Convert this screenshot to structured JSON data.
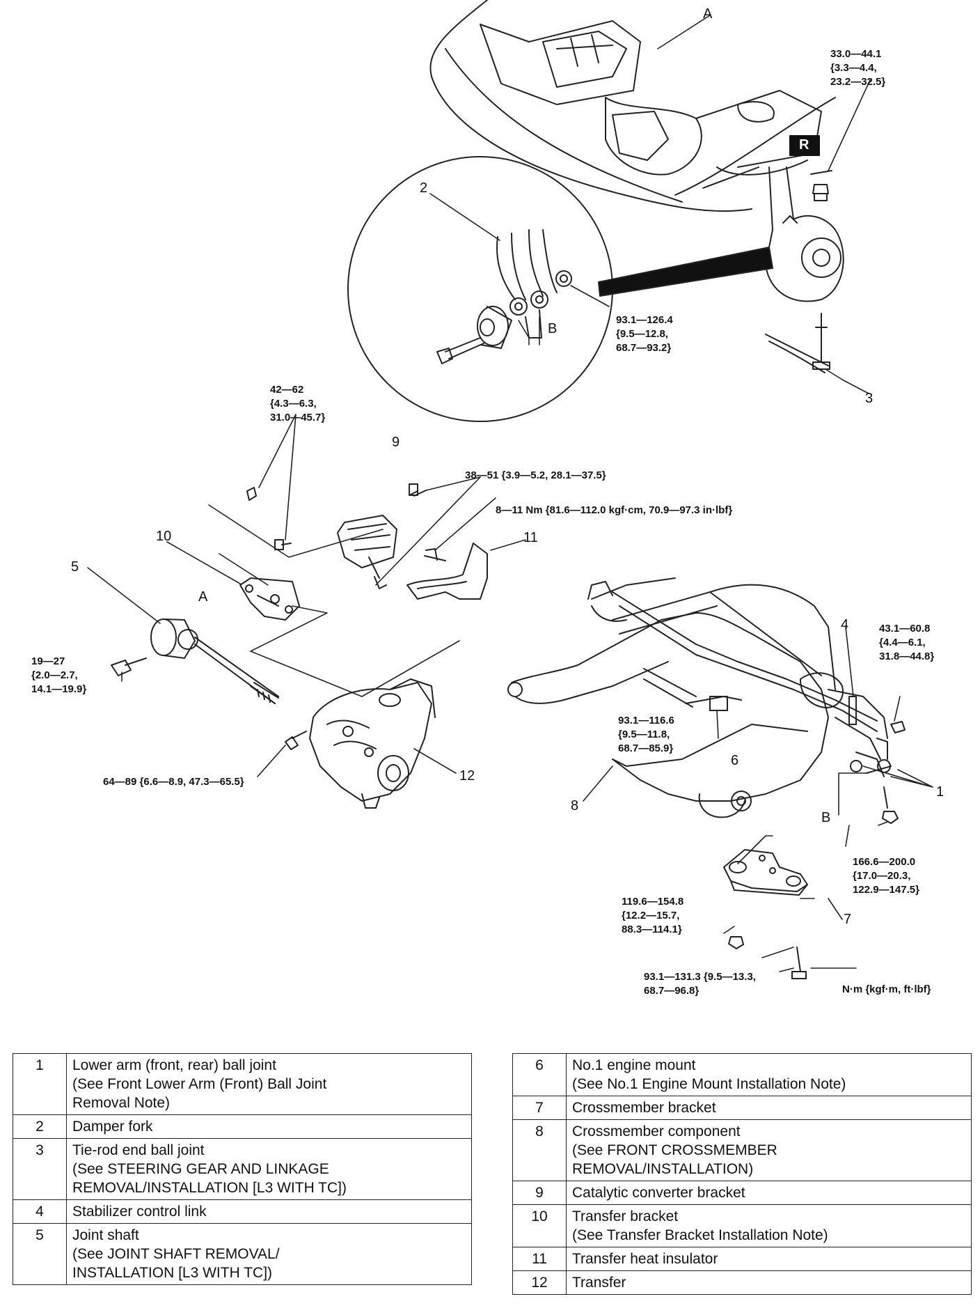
{
  "callouts": {
    "c1": "1",
    "c2": "2",
    "c3": "3",
    "c4": "4",
    "c5": "5",
    "c6": "6",
    "c7": "7",
    "c8": "8",
    "c9": "9",
    "c10": "10",
    "c11": "11",
    "c12": "12",
    "cA_top": "A",
    "cA_mid": "A",
    "cB_inset": "B",
    "cB_right": "B",
    "cR": "R"
  },
  "torque": {
    "t1": "33.0—44.1\n{3.3—4.4,\n23.2—32.5}",
    "t2": "93.1—126.4\n{9.5—12.8,\n68.7—93.2}",
    "t3": "42—62\n{4.3—6.3,\n31.0—45.7}",
    "t4": "38—51 {3.9—5.2, 28.1—37.5}",
    "t5": "8—11 Nm {81.6—112.0 kgf·cm, 70.9—97.3 in·lbf}",
    "t6": "19—27\n{2.0—2.7,\n14.1—19.9}",
    "t7": "64—89 {6.6—8.9, 47.3—65.5}",
    "t8": "93.1—116.6\n{9.5—11.8,\n68.7—85.9}",
    "t9": "43.1—60.8\n{4.4—6.1,\n31.8—44.8}",
    "t10": "166.6—200.0\n{17.0—20.3,\n122.9—147.5}",
    "t11": "119.6—154.8\n{12.2—15.7,\n88.3—114.1}",
    "t12": "93.1—131.3 {9.5—13.3,\n68.7—96.8}"
  },
  "units": "N·m {kgf·m, ft·lbf}",
  "legend_left": [
    {
      "num": "1",
      "text": "Lower arm (front, rear) ball joint\n (See Front Lower Arm (Front) Ball Joint\nRemoval Note)"
    },
    {
      "num": "2",
      "text": "Damper fork"
    },
    {
      "num": "3",
      "text": "Tie-rod end ball joint\n (See STEERING GEAR AND LINKAGE\nREMOVAL/INSTALLATION [L3 WITH TC])"
    },
    {
      "num": "4",
      "text": "Stabilizer control link"
    },
    {
      "num": "5",
      "text": "Joint shaft\n (See JOINT SHAFT REMOVAL/\nINSTALLATION [L3 WITH TC])"
    }
  ],
  "legend_right": [
    {
      "num": "6",
      "text": "No.1 engine mount\n (See No.1 Engine Mount Installation Note)"
    },
    {
      "num": "7",
      "text": "Crossmember bracket"
    },
    {
      "num": "8",
      "text": "Crossmember component\n (See FRONT CROSSMEMBER\nREMOVAL/INSTALLATION)"
    },
    {
      "num": "9",
      "text": "Catalytic converter bracket"
    },
    {
      "num": "10",
      "text": "Transfer bracket\n (See Transfer Bracket Installation Note)"
    },
    {
      "num": "11",
      "text": "Transfer heat insulator"
    },
    {
      "num": "12",
      "text": "Transfer"
    }
  ]
}
